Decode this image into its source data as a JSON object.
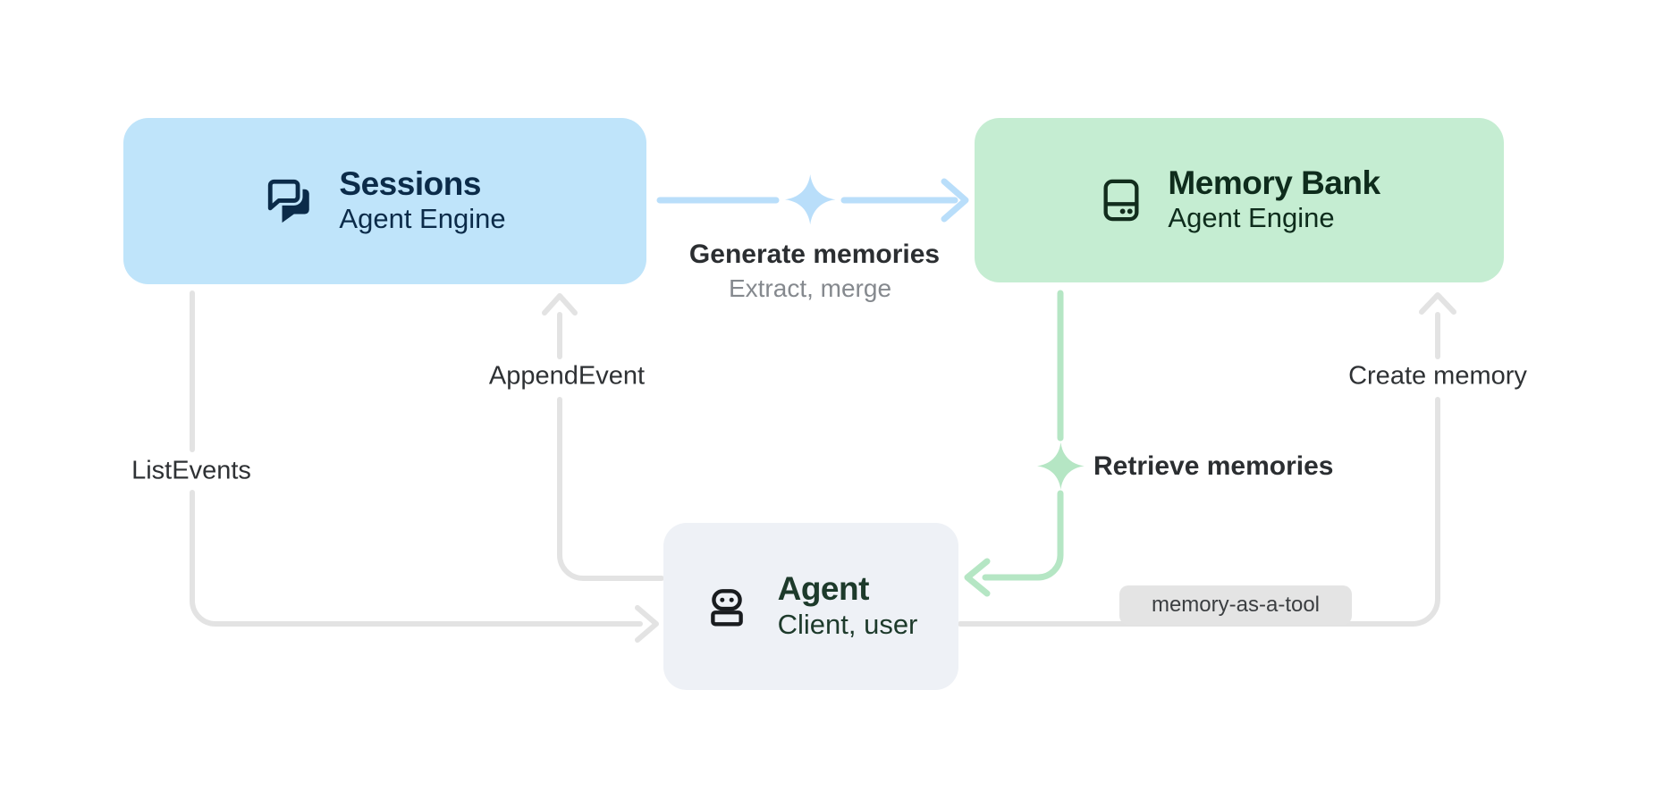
{
  "diagram": {
    "nodes": {
      "sessions": {
        "title": "Sessions",
        "subtitle": "Agent Engine",
        "icon": "chat-bubbles-icon"
      },
      "memory_bank": {
        "title": "Memory Bank",
        "subtitle": "Agent Engine",
        "icon": "memory-storage-icon"
      },
      "agent": {
        "title": "Agent",
        "subtitle": "Client, user",
        "icon": "robot-icon"
      }
    },
    "edges": {
      "generate": {
        "label": "Generate memories",
        "sublabel": "Extract, merge",
        "from": "sessions",
        "to": "memory_bank",
        "style": "blue-sparkle"
      },
      "append": {
        "label": "AppendEvent",
        "from": "agent",
        "to": "sessions",
        "style": "gray"
      },
      "list": {
        "label": "ListEvents",
        "from": "sessions",
        "to": "agent",
        "style": "gray"
      },
      "retrieve": {
        "label": "Retrieve memories",
        "from": "memory_bank",
        "to": "agent",
        "style": "green-sparkle"
      },
      "create": {
        "label": "Create memory",
        "from": "agent",
        "to": "memory_bank",
        "style": "gray"
      },
      "tool_badge": {
        "label": "memory-as-a-tool"
      }
    },
    "colors": {
      "background": "#ffffff",
      "sessions_bg": "#bfe4fa",
      "memory_bank_bg": "#c5edd2",
      "agent_bg": "#eef1f6",
      "sessions_text": "#0b2b49",
      "memory_bank_text": "#0e2c1c",
      "agent_text": "#1d3a2b",
      "blue_arrow": "#b9defa",
      "green_arrow": "#b5e6c4",
      "gray_arrow": "#e3e3e3",
      "badge_bg": "#e4e4e4",
      "badge_text": "#3b3e41",
      "label_text": "#2b2e31",
      "sublabel_text": "#85898e"
    }
  }
}
